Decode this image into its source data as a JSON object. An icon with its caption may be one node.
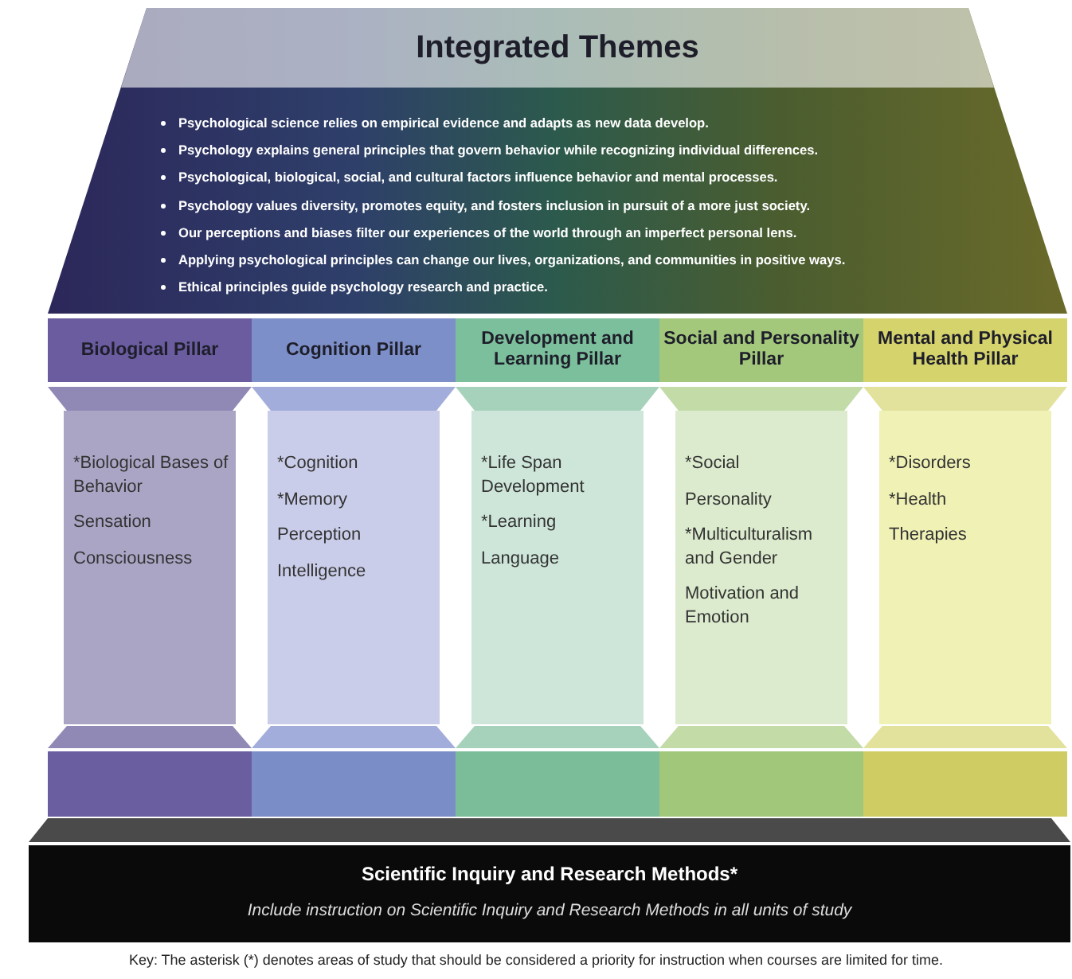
{
  "diagram": {
    "nodes": [
      {
        "text": [
          "Integrated Themes",
          "Psychological science relies on empirical evidence and adapts as new data develop.",
          "Psychology explains general principles that govern behavior while recognizing individual differences.",
          "Psychological, biological, social, and cultural factors influence behavior and mental processes.",
          "Psychology values diversity, promotes equity, and fosters inclusion in pursuit of a more just society.",
          "Our perceptions and biases filter our experiences of the world through an imperfect personal lens.",
          "Applying psychological principles can change our lives, organizations, and communities in positive ways.",
          "Ethical principles guide psychology research and practice."
        ]
      },
      {
        "text": [
          "Biological Pillar",
          "*Biological Bases of Behavior",
          "Sensation",
          "Consciousness"
        ]
      },
      {
        "text": [
          "Cognition Pillar",
          "*Cognition",
          "*Memory",
          "Perception",
          "Intelligence"
        ]
      },
      {
        "text": [
          "Development and Learning Pillar",
          "*Life Span Development",
          "*Learning",
          "Language"
        ]
      },
      {
        "text": [
          "Social and Personality Pillar",
          "*Social",
          "Personality",
          "*Multiculturalism and Gender",
          "Motivation and Emotion"
        ]
      },
      {
        "text": [
          "Mental and Physical Health Pillar",
          "*Disorders",
          "*Health",
          "Therapies"
        ]
      },
      {
        "text": [
          "Scientific Inquiry and Research Methods*",
          "Include instruction on Scientific Inquiry and Research Methods in all units of study"
        ]
      }
    ],
    "edges": [],
    "labels": [
      "Key: The asterisk (*) denotes areas of study that should be considered a priority for instruction when courses are limited for time."
    ]
  }
}
